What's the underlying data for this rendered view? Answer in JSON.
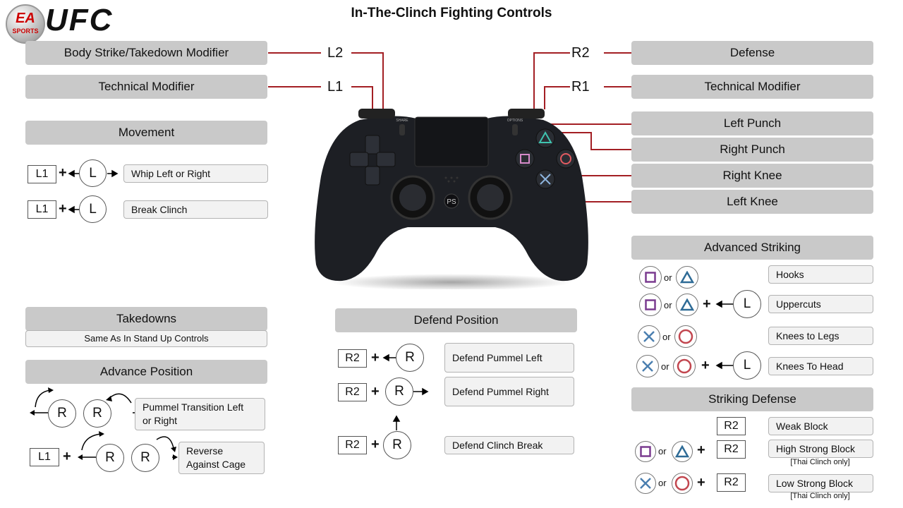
{
  "title": "In-The-Clinch Fighting Controls",
  "logo": {
    "ea": "EA",
    "sports": "SPORTS",
    "ufc": "UFC"
  },
  "left_triggers": [
    {
      "label": "Body Strike/Takedown Modifier",
      "button": "L2"
    },
    {
      "label": "Technical Modifier",
      "button": "L1"
    }
  ],
  "right_triggers": [
    {
      "label": "Defense",
      "button": "R2"
    },
    {
      "label": "Technical Modifier",
      "button": "R1"
    }
  ],
  "face_buttons": [
    "Left Punch",
    "Right Punch",
    "Right Knee",
    "Left Knee"
  ],
  "movement": {
    "header": "Movement",
    "rows": [
      {
        "key": "L1",
        "stick": "L",
        "plus": "+",
        "action": "Whip Left or Right"
      },
      {
        "key": "L1",
        "stick": "L",
        "plus": "+",
        "action": "Break Clinch"
      }
    ]
  },
  "takedowns": {
    "header": "Takedowns",
    "note": "Same As In Stand Up Controls"
  },
  "advance": {
    "header": "Advance Position",
    "stick": "R",
    "pummel": "Pummel  Transition Left\nor Right",
    "key": "L1",
    "plus": "+",
    "reverse": "Reverse\nAgainst Cage"
  },
  "defend": {
    "header": "Defend Position",
    "rows": [
      {
        "key": "R2",
        "plus": "+",
        "stick": "R",
        "action": "Defend Pummel  Left"
      },
      {
        "key": "R2",
        "plus": "+",
        "stick": "R",
        "action": "Defend Pummel  Right"
      },
      {
        "key": "R2",
        "plus": "+",
        "stick": "R",
        "action": "Defend Clinch Break"
      }
    ]
  },
  "advanced_striking": {
    "header": "Advanced Striking",
    "or": "or",
    "plus": "+",
    "stick": "L",
    "rows": [
      "Hooks",
      "Uppercuts",
      "Knees to  Legs",
      "Knees To Head"
    ]
  },
  "striking_defense": {
    "header": "Striking Defense",
    "or": "or",
    "plus": "+",
    "key": "R2",
    "rows": [
      "Weak Block",
      "High Strong  Block",
      "Low Strong  Block"
    ],
    "note": "[Thai Clinch only]"
  },
  "controller": {
    "share": "SHARE",
    "options": "OPTIONS"
  },
  "colors": {
    "line": "#a31f24",
    "header": "#c9c9c9",
    "square": "#7a3b8f",
    "triangle": "#2e6b96",
    "circle": "#c2464f",
    "cross": "#4a7fb0"
  }
}
